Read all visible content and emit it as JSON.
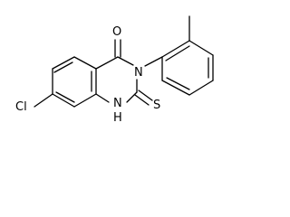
{
  "molecule": {
    "atom_labels": {
      "oxygen": "O",
      "nitrogen_3": "N",
      "nitrogen_1": "N",
      "hydrogen_1": "H",
      "sulfur": "S",
      "chlorine": "Cl"
    },
    "colors": {
      "bond": "#000000",
      "label": "#000000",
      "background": "#ffffff"
    }
  }
}
